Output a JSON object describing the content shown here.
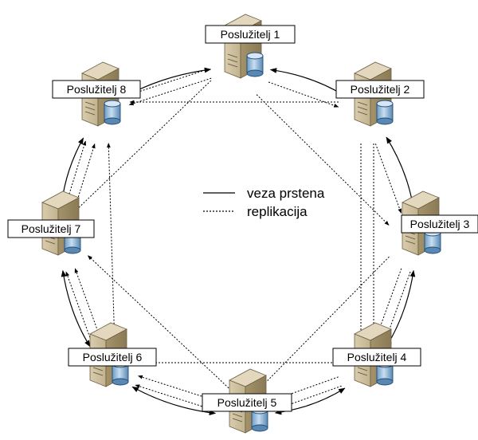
{
  "servers": [
    {
      "id": 1,
      "label": "Poslužitelj 1"
    },
    {
      "id": 2,
      "label": "Poslužitelj 2"
    },
    {
      "id": 3,
      "label": "Poslužitelj 3"
    },
    {
      "id": 4,
      "label": "Poslužitelj 4"
    },
    {
      "id": 5,
      "label": "Poslužitelj 5"
    },
    {
      "id": 6,
      "label": "Poslužitelj 6"
    },
    {
      "id": 7,
      "label": "Poslužitelj 7"
    },
    {
      "id": 8,
      "label": "Poslužitelj 8"
    }
  ],
  "legend": {
    "ring": "veza prstena",
    "replication": "replikacija"
  },
  "ring_links": [
    [
      1,
      2
    ],
    [
      2,
      3
    ],
    [
      3,
      4
    ],
    [
      4,
      5
    ],
    [
      5,
      6
    ],
    [
      6,
      7
    ],
    [
      7,
      8
    ],
    [
      8,
      1
    ]
  ],
  "replication_links": [
    [
      1,
      2
    ],
    [
      1,
      3
    ],
    [
      1,
      7
    ],
    [
      1,
      8
    ],
    [
      1,
      8
    ],
    [
      2,
      8
    ],
    [
      2,
      3
    ],
    [
      2,
      4
    ],
    [
      2,
      4
    ],
    [
      3,
      4
    ],
    [
      3,
      5
    ],
    [
      3,
      4
    ],
    [
      4,
      5
    ],
    [
      4,
      5
    ],
    [
      4,
      6
    ],
    [
      5,
      6
    ],
    [
      5,
      6
    ],
    [
      5,
      7
    ],
    [
      6,
      7
    ],
    [
      6,
      7
    ],
    [
      6,
      8
    ],
    [
      7,
      8
    ],
    [
      7,
      8
    ]
  ]
}
